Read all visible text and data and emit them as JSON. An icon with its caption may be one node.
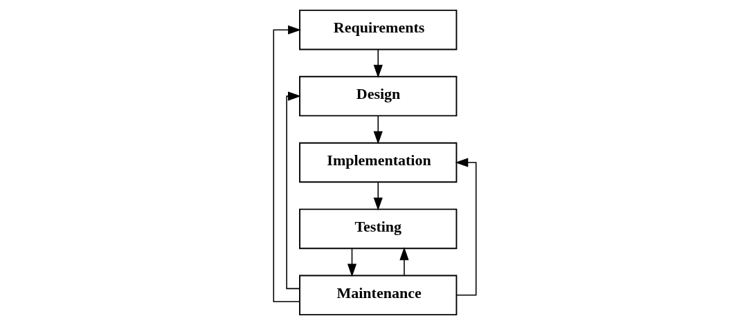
{
  "diagram": {
    "nodes": [
      {
        "text": [
          "Requirements"
        ]
      },
      {
        "text": [
          "Design"
        ]
      },
      {
        "text": [
          "Implementation"
        ]
      },
      {
        "text": [
          "Testing"
        ]
      },
      {
        "text": [
          "Maintenance"
        ]
      }
    ],
    "edges": [
      {
        "from": 0,
        "to": 1,
        "arrow": "to"
      },
      {
        "from": 1,
        "to": 2,
        "arrow": "to"
      },
      {
        "from": 2,
        "to": 3,
        "arrow": "to"
      },
      {
        "from": 3,
        "to": 4,
        "arrow": "to"
      },
      {
        "from": 4,
        "to": 0,
        "arrow": "to"
      },
      {
        "from": 4,
        "to": 1,
        "arrow": "to"
      },
      {
        "from": 4,
        "to": 2,
        "arrow": "to"
      },
      {
        "from": 4,
        "to": 3,
        "arrow": "to"
      }
    ]
  }
}
